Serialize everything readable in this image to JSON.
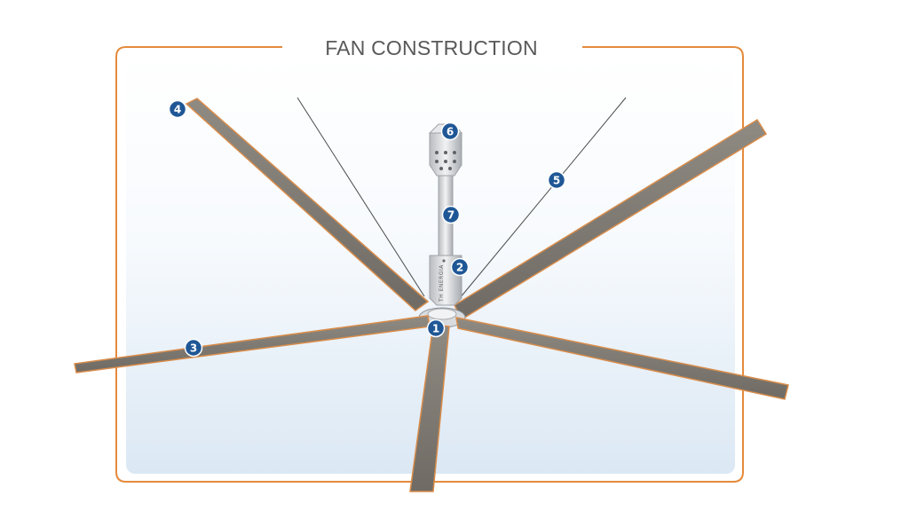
{
  "title": "FAN CONSTRUCTION",
  "brand_label": "TH ENERGIA",
  "callouts": [
    {
      "id": "1",
      "label": "1"
    },
    {
      "id": "2",
      "label": "2"
    },
    {
      "id": "3",
      "label": "3"
    },
    {
      "id": "4",
      "label": "4"
    },
    {
      "id": "5",
      "label": "5"
    },
    {
      "id": "6",
      "label": "6"
    },
    {
      "id": "7",
      "label": "7"
    }
  ],
  "colors": {
    "frame": "#e58a3c",
    "blade": "#7e7a72",
    "blade_edge": "#d98c4a",
    "badge": "#1f5796",
    "badge_text": "#ffffff",
    "title": "#595959",
    "backdrop_bottom": "#dbe8f4"
  },
  "icons": [
    "numbered-callout-badge"
  ]
}
